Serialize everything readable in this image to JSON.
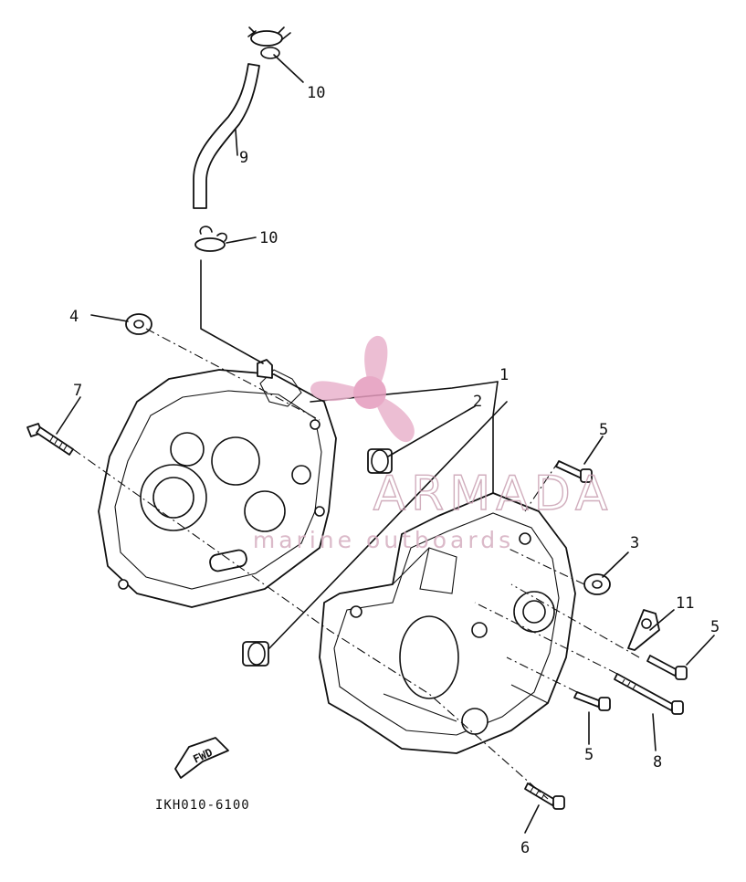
{
  "diagram": {
    "part_code": "IKH010-6100",
    "fwd_label": "FWD",
    "callouts": [
      "1",
      "2",
      "3",
      "4",
      "5",
      "5",
      "5",
      "6",
      "7",
      "8",
      "9",
      "10",
      "10",
      "11"
    ],
    "watermark": {
      "brand": "ARMADA",
      "tagline": "marine outboards"
    },
    "colors": {
      "ink": "#111111",
      "watermark": "#e3a6c3"
    }
  }
}
